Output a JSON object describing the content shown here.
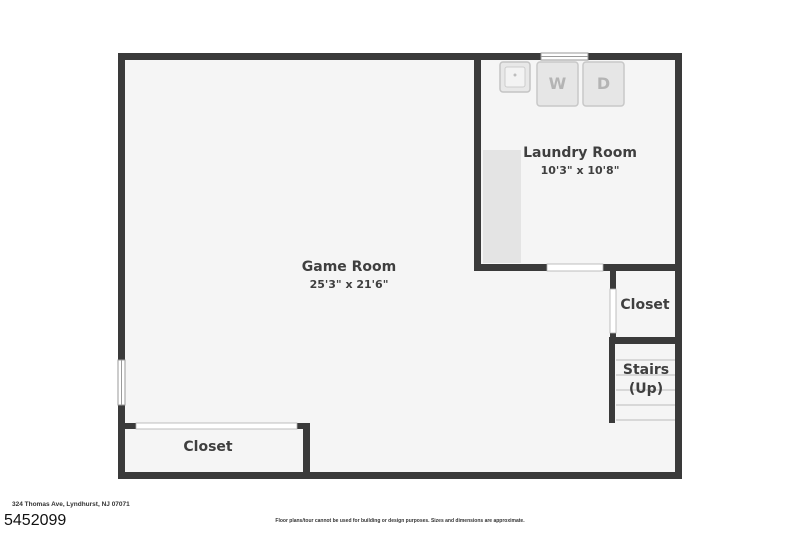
{
  "rooms": {
    "game_room": {
      "name": "Game Room",
      "dims": "25'3\" x 21'6\""
    },
    "laundry_room": {
      "name": "Laundry Room",
      "dims": "10'3\" x 10'8\""
    },
    "closet_right": {
      "name": "Closet"
    },
    "stairs": {
      "name_line1": "Stairs",
      "name_line2": "(Up)"
    },
    "closet_bottom": {
      "name": "Closet"
    }
  },
  "appliances": {
    "washer": "W",
    "dryer": "D"
  },
  "footer": {
    "address": "324 Thomas Ave, Lyndhurst, NJ 07071",
    "mls_number": "5452099",
    "disclaimer": "Floor plans/tour cannot be used for building or design purposes. Sizes and dimensions are approximate."
  },
  "colors": {
    "wall": "#3a3a3a",
    "floor": "#f5f5f5",
    "appliance": "#e6e6e6",
    "text": "#3f3f3f"
  }
}
